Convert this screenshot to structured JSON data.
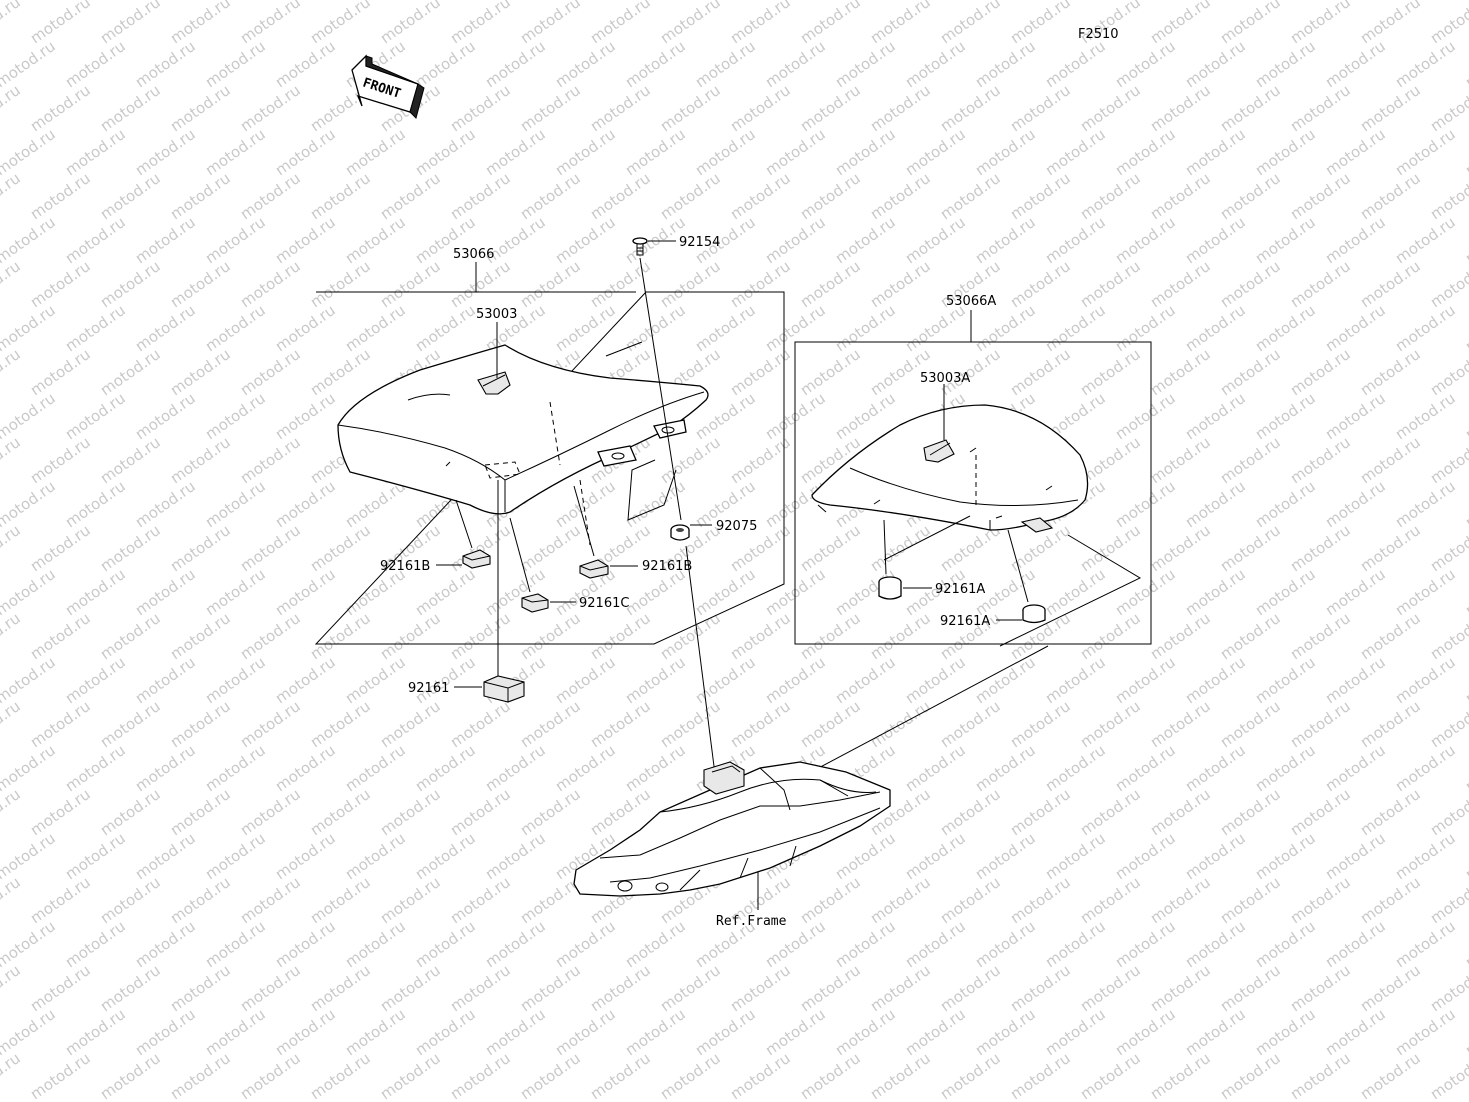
{
  "figure_code": "F2510",
  "front_arrow": {
    "label": "FRONT",
    "icon": "front-direction-arrow-icon"
  },
  "watermark": {
    "text": "motod.ru"
  },
  "groups": {
    "rider_seat_box": {
      "part_number": "53066"
    },
    "passenger_seat_box": {
      "part_number": "53066A"
    }
  },
  "parts": {
    "p53003": "53003",
    "p92154": "92154",
    "p92075": "92075",
    "p92161B_left": "92161B",
    "p92161B_right": "92161B",
    "p92161C": "92161C",
    "p92161": "92161",
    "p53003A": "53003A",
    "p92161A_upper": "92161A",
    "p92161A_lower": "92161A"
  },
  "frame": {
    "label": "Ref.Frame"
  }
}
